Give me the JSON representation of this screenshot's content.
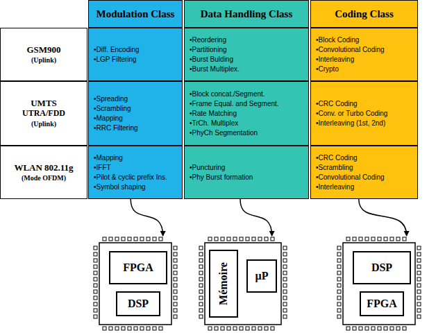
{
  "diagram": {
    "nodes": [
      {
        "text": [
          "Modulation Class"
        ]
      },
      {
        "text": [
          "Data Handling Class"
        ]
      },
      {
        "text": [
          "Coding Class"
        ]
      },
      {
        "text": [
          "GSM900",
          "(Uplink)"
        ]
      },
      {
        "text": [
          "•Diff. Encoding",
          "•LGP Filtering"
        ]
      },
      {
        "text": [
          "•Reordering",
          "•Partitioning",
          "•Burst Bulding",
          "•Burst Multiplex."
        ]
      },
      {
        "text": [
          "•Block Coding",
          "•Convolutional Coding",
          "•Interleaving",
          "•Crypto"
        ]
      },
      {
        "text": [
          "UMTS",
          "UTRA/FDD",
          "(Uplink)"
        ]
      },
      {
        "text": [
          "•Spreading",
          "•Scrambling",
          "•Mapping",
          "•RRC Filtering"
        ]
      },
      {
        "text": [
          "•Block concat./Segment.",
          "•Frame Equal. and Segment.",
          "•Rate Matching",
          "•TrCh. Multiplex",
          "•PhyCh Segmentation"
        ]
      },
      {
        "text": [
          "•CRC Coding",
          "•Conv. or Turbo Coding",
          "•Interleaving (1st, 2nd)"
        ]
      },
      {
        "text": [
          "WLAN 802.11g",
          "(Mode OFDM)"
        ]
      },
      {
        "text": [
          "•Mapping",
          "•IFFT",
          "•Pilot & cyclic prefix Ins.",
          "•Symbol shaping"
        ]
      },
      {
        "text": [
          "•Puncturing",
          "•Phy Burst formation"
        ]
      },
      {
        "text": [
          "•CRC Coding",
          "•Scrambling",
          "•Convolutional Coding",
          "•Interleaving"
        ]
      },
      {
        "text": []
      },
      {
        "text": [
          "FPGA"
        ],
        "in": 15
      },
      {
        "text": [
          "DSP"
        ],
        "in": 15
      },
      {
        "text": []
      },
      {
        "text": [
          "Mémoire"
        ],
        "in": 18
      },
      {
        "text": [
          "µP"
        ],
        "in": 18
      },
      {
        "text": []
      },
      {
        "text": [
          "DSP"
        ],
        "in": 21
      },
      {
        "text": [
          "FPGA"
        ],
        "in": 21
      }
    ],
    "edges": [
      {
        "from": 12,
        "to": 15,
        "arrow": "to"
      },
      {
        "from": 13,
        "to": 18,
        "arrow": "to"
      },
      {
        "from": 14,
        "to": 21,
        "arrow": "to"
      }
    ]
  }
}
